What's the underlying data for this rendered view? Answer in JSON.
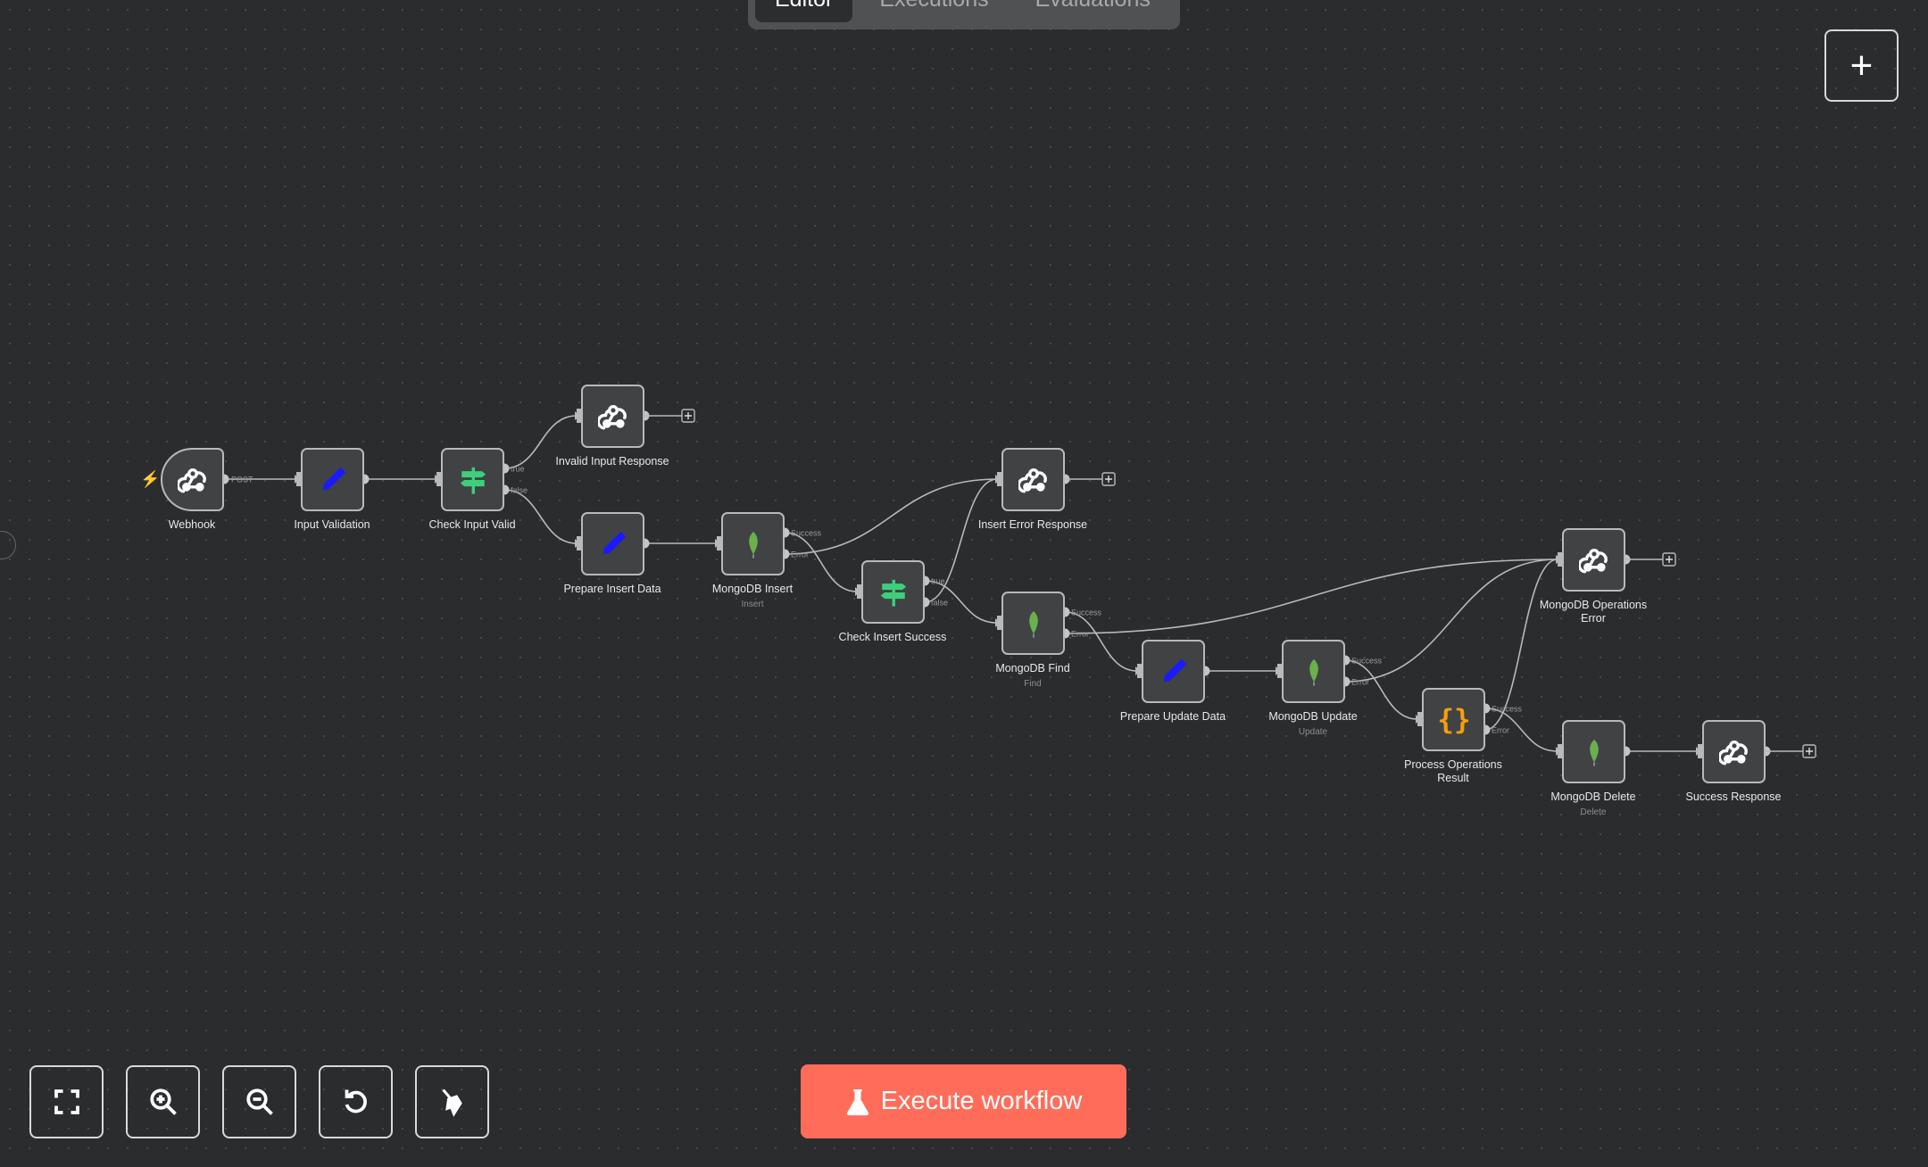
{
  "tabs": [
    {
      "label": "Editor",
      "active": true
    },
    {
      "label": "Executions"
    },
    {
      "label": "Evaluations"
    }
  ],
  "add_node_label": "+",
  "execute_label": "Execute workflow",
  "colors": {
    "accent": "#ff6d5a",
    "pencil": "#1a1aff",
    "signpost": "#3ecf7c",
    "leaf": "#6ab04c",
    "braces": "#f59e0b"
  },
  "controls": [
    {
      "name": "fit-view",
      "icon": "fullscreen-icon"
    },
    {
      "name": "zoom-in",
      "icon": "zoom-in-icon"
    },
    {
      "name": "zoom-out",
      "icon": "zoom-out-icon"
    },
    {
      "name": "reset-zoom",
      "icon": "undo-icon"
    },
    {
      "name": "tidy-up",
      "icon": "broom-icon"
    }
  ],
  "nodes": [
    {
      "id": "webhook",
      "label": "Webhook",
      "icon": "webhook",
      "trigger": true
    },
    {
      "id": "iv",
      "label": "Input Validation",
      "icon": "pencil"
    },
    {
      "id": "civ",
      "label": "Check Input Valid",
      "icon": "signpost",
      "outputs": [
        "true",
        "false"
      ]
    },
    {
      "id": "iir",
      "label": "Invalid Input Response",
      "icon": "webhook"
    },
    {
      "id": "pid",
      "label": "Prepare Insert Data",
      "icon": "pencil"
    },
    {
      "id": "mi",
      "label": "MongoDB Insert",
      "subtitle": "Insert",
      "icon": "leaf",
      "outputs": [
        "Success",
        "Error"
      ]
    },
    {
      "id": "ier",
      "label": "Insert Error Response",
      "icon": "webhook"
    },
    {
      "id": "cis",
      "label": "Check Insert Success",
      "icon": "signpost",
      "outputs": [
        "true",
        "false"
      ]
    },
    {
      "id": "mf",
      "label": "MongoDB Find",
      "subtitle": "Find",
      "icon": "leaf",
      "outputs": [
        "Success",
        "Error"
      ]
    },
    {
      "id": "pud",
      "label": "Prepare Update Data",
      "icon": "pencil"
    },
    {
      "id": "mu",
      "label": "MongoDB Update",
      "subtitle": "Update",
      "icon": "leaf",
      "outputs": [
        "Success",
        "Error"
      ]
    },
    {
      "id": "por",
      "label": "Process Operations Result",
      "icon": "braces",
      "outputs": [
        "Success",
        "Error"
      ]
    },
    {
      "id": "moe",
      "label": "MongoDB Operations Error",
      "icon": "webhook"
    },
    {
      "id": "md",
      "label": "MongoDB Delete",
      "subtitle": "Delete",
      "icon": "leaf"
    },
    {
      "id": "sr",
      "label": "Success Response",
      "icon": "webhook"
    }
  ],
  "connections": [
    {
      "from": "webhook",
      "out": 0,
      "to": "iv",
      "label": "POST"
    },
    {
      "from": "iv",
      "out": 0,
      "to": "civ"
    },
    {
      "from": "civ",
      "out": 0,
      "to": "iir"
    },
    {
      "from": "civ",
      "out": 1,
      "to": "pid"
    },
    {
      "from": "pid",
      "out": 0,
      "to": "mi"
    },
    {
      "from": "mi",
      "out": 0,
      "to": "cis"
    },
    {
      "from": "mi",
      "out": 1,
      "to": "ier"
    },
    {
      "from": "cis",
      "out": 0,
      "to": "mf"
    },
    {
      "from": "cis",
      "out": 1,
      "to": "ier"
    },
    {
      "from": "mf",
      "out": 0,
      "to": "pud"
    },
    {
      "from": "mf",
      "out": 1,
      "to": "moe"
    },
    {
      "from": "pud",
      "out": 0,
      "to": "mu"
    },
    {
      "from": "mu",
      "out": 0,
      "to": "por"
    },
    {
      "from": "mu",
      "out": 1,
      "to": "moe"
    },
    {
      "from": "por",
      "out": 0,
      "to": "md"
    },
    {
      "from": "por",
      "out": 1,
      "to": "moe"
    },
    {
      "from": "md",
      "out": 0,
      "to": "sr"
    }
  ],
  "end_plus": [
    "iir",
    "ier",
    "moe",
    "sr"
  ]
}
